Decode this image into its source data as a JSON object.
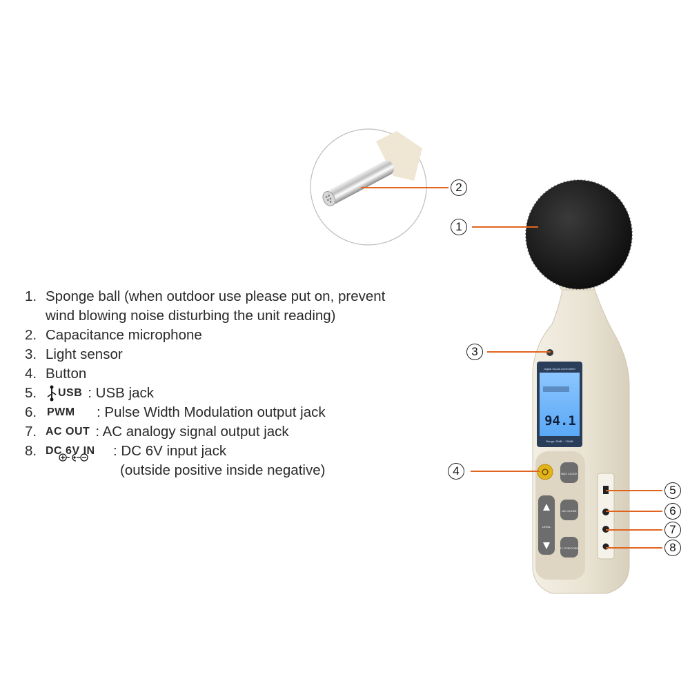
{
  "legend": {
    "items": [
      {
        "num": "1.",
        "text": "Sponge ball (when outdoor use please put on, prevent",
        "text2": "wind blowing noise disturbing the unit reading)"
      },
      {
        "num": "2.",
        "text": "Capacitance microphone"
      },
      {
        "num": "3.",
        "text": "Light sensor"
      },
      {
        "num": "4.",
        "text": "Button"
      },
      {
        "num": "5.",
        "tag": "USB",
        "text": ": USB jack"
      },
      {
        "num": "6.",
        "tag": "PWM",
        "text": ": Pulse Width Modulation output jack"
      },
      {
        "num": "7.",
        "tag": "AC OUT",
        "text": ": AC analogy signal output jack"
      },
      {
        "num": "8.",
        "tag": "DC 6V IN",
        "text": ": DC 6V input jack",
        "text2": "(outside positive inside negative)"
      }
    ]
  },
  "callouts": {
    "c1": "①",
    "c2": "②",
    "c3": "③",
    "c4": "④",
    "c5": "⑤",
    "c6": "⑥",
    "c7": "⑦",
    "c8": "⑧"
  },
  "device": {
    "lcd_title": "Digital Sound Level Meter",
    "lcd_reading": "94.1",
    "lcd_range": "Range: 30dB ~ 130dB",
    "buttons": {
      "max_clock": "MAX CLOCK",
      "ac_clear": "A/C CLEAR",
      "fs_record": "F / S RECORD",
      "level": "LEVEL"
    }
  },
  "colors": {
    "callout_line": "#e0641e",
    "body": "#e6e0cf",
    "lcd": "#6fb6ff",
    "power_button": "#e2b41a"
  }
}
